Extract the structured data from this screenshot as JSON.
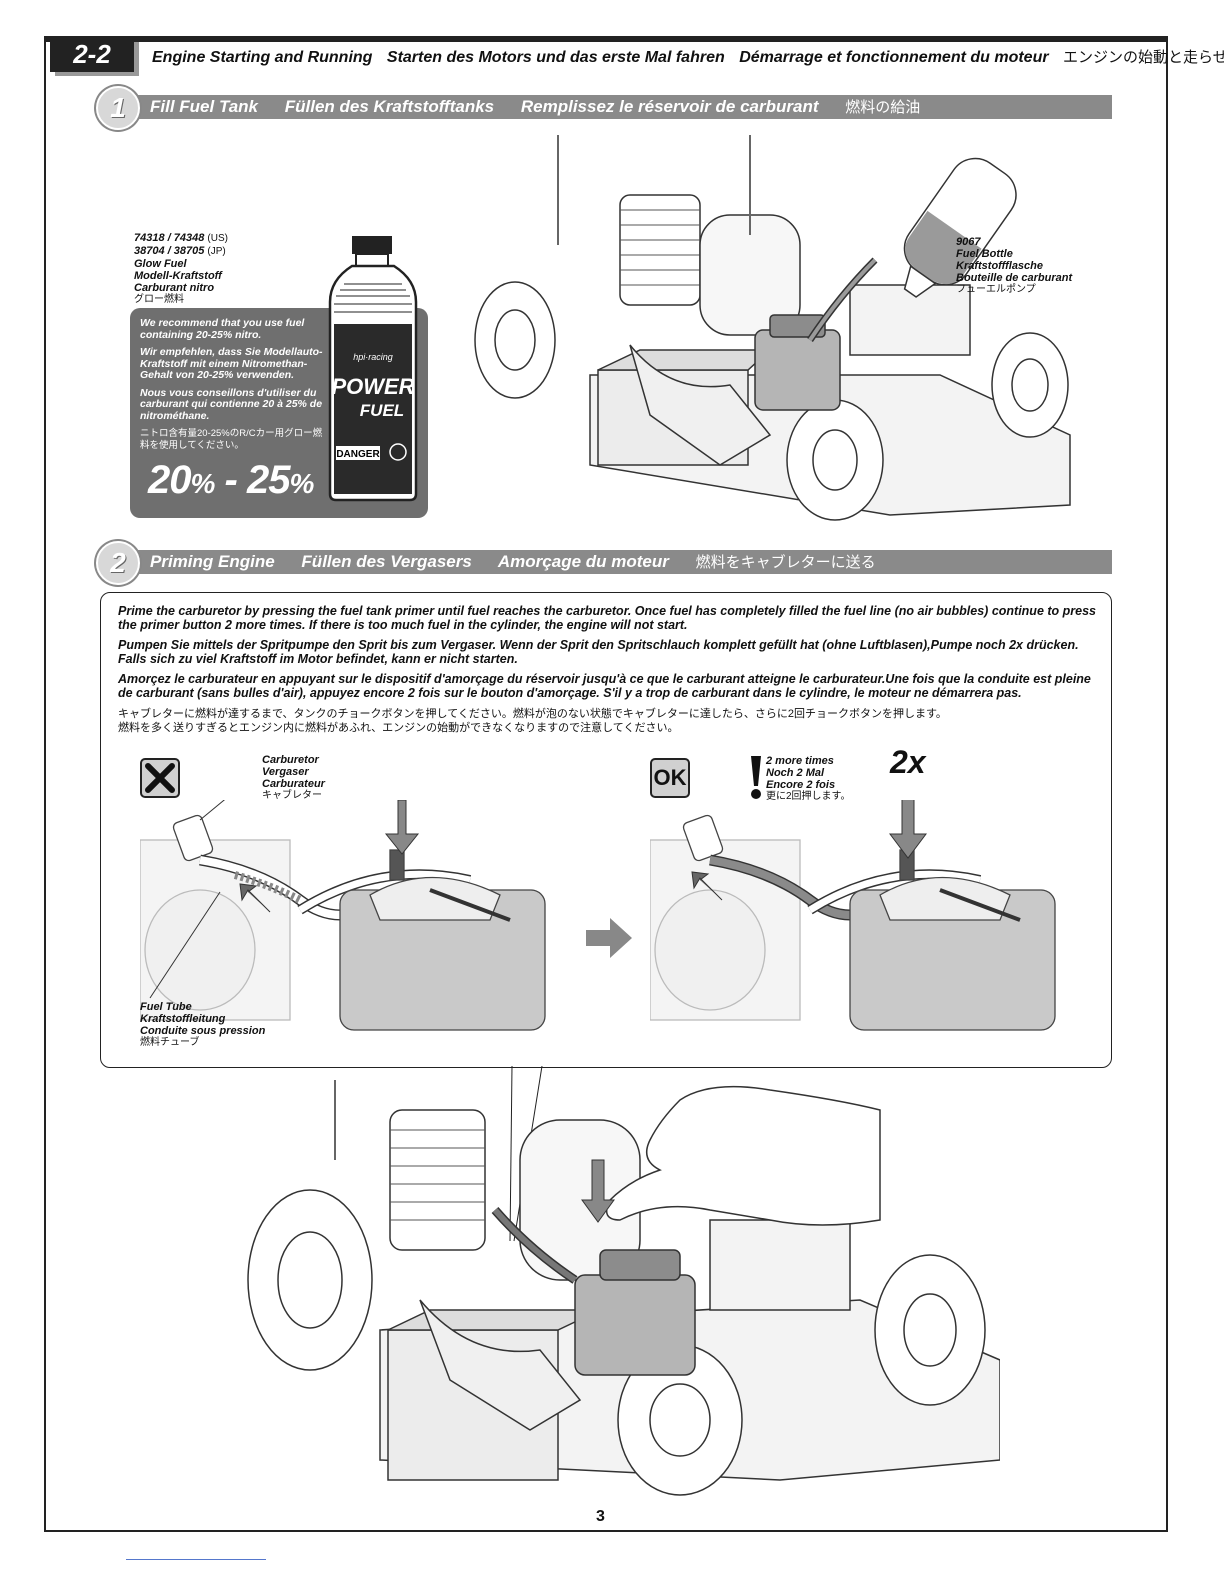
{
  "section": {
    "number": "2-2",
    "titles": [
      "Engine Starting and Running",
      "Starten des Motors und das erste Mal fahren",
      "Démarrage et fonctionnement du moteur"
    ],
    "title_jp": "エンジンの始動と走らせ方"
  },
  "step1": {
    "number": "1",
    "titles": [
      "Fill Fuel Tank",
      "Füllen des Kraftstofftanks",
      "Remplissez le réservoir de carburant"
    ],
    "title_jp": "燃料の給油",
    "fuel_label": {
      "line1": "74318 / 74348",
      "line1_tag": "(US)",
      "line2": "38704 / 38705",
      "line2_tag": "(JP)",
      "en": "Glow Fuel",
      "de": "Modell-Kraftstoff",
      "fr": "Carburant nitro",
      "jp": "グロー燃料"
    },
    "recommend": {
      "en": "We recommend that you use fuel containing 20-25% nitro.",
      "de": "Wir empfehlen, dass Sie Modellauto-Kraftstoff mit einem Nitromethan-Gehalt von 20-25% verwenden.",
      "fr": "Nous vous conseillons d'utiliser du carburant qui contienne 20 à 25% de nitrométhane.",
      "jp": "ニトロ含有量20-25%のR/Cカー用グロー燃料を使用してください。"
    },
    "percent": {
      "low": "20",
      "high": "25",
      "unit": "%",
      "sep": "-"
    },
    "bottle_brand": "hpi·racing",
    "bottle_name_1": "POWER",
    "bottle_name_2": "FUEL",
    "bottle_warning": "DANGER",
    "fuel_bottle": {
      "number": "9067",
      "en": "Fuel Bottle",
      "de": "Kraftstoffflasche",
      "fr": "Bouteille de carburant",
      "jp": "フューエルポンプ"
    }
  },
  "step2": {
    "number": "2",
    "titles": [
      "Priming Engine",
      "Füllen des Vergasers",
      "Amorçage du moteur"
    ],
    "title_jp": "燃料をキャブレターに送る",
    "instructions": {
      "en": "Prime the carburetor by pressing the fuel tank primer until fuel reaches the carburetor. Once fuel has completely filled the fuel line (no air bubbles) continue to press the primer button 2 more times. If there is too much fuel in the cylinder, the engine will not start.",
      "de": "Pumpen Sie mittels der Spritpumpe den Sprit bis zum Vergaser. Wenn der Sprit den Spritschlauch komplett gefüllt hat (ohne Luftblasen),Pumpe noch 2x drücken. Falls sich zu viel Kraftstoff im Motor befindet, kann er nicht starten.",
      "fr": "Amorçez le carburateur en appuyant sur le dispositif d'amorçage du réservoir jusqu'à ce que le carburant atteigne le carburateur.Une fois que la conduite est pleine de carburant (sans bulles d'air), appuyez encore 2 fois sur le bouton d'amorçage. S'il y a trop de carburant dans le cylindre, le moteur ne démarrera pas.",
      "jp1": "キャブレターに燃料が達するまで、タンクのチョークボタンを押してください。燃料が泡のない状態でキャブレターに達したら、さらに2回チョークボタンを押します。",
      "jp2": "燃料を多く送りすぎるとエンジン内に燃料があふれ、エンジンの始動ができなくなりますので注意してください。"
    },
    "carburetor": {
      "en": "Carburetor",
      "de": "Vergaser",
      "fr": "Carburateur",
      "jp": "キャブレター"
    },
    "fuel_tube": {
      "en": "Fuel Tube",
      "de": "Kraftstoffleitung",
      "fr": "Conduite sous pression",
      "jp": "燃料チューブ"
    },
    "more_times": {
      "en": "2 more times",
      "de": "Noch 2 Mal",
      "fr": "Encore 2 fois",
      "jp": "更に2回押します。"
    },
    "ok": "OK",
    "times": "2x"
  },
  "page_number": "3"
}
